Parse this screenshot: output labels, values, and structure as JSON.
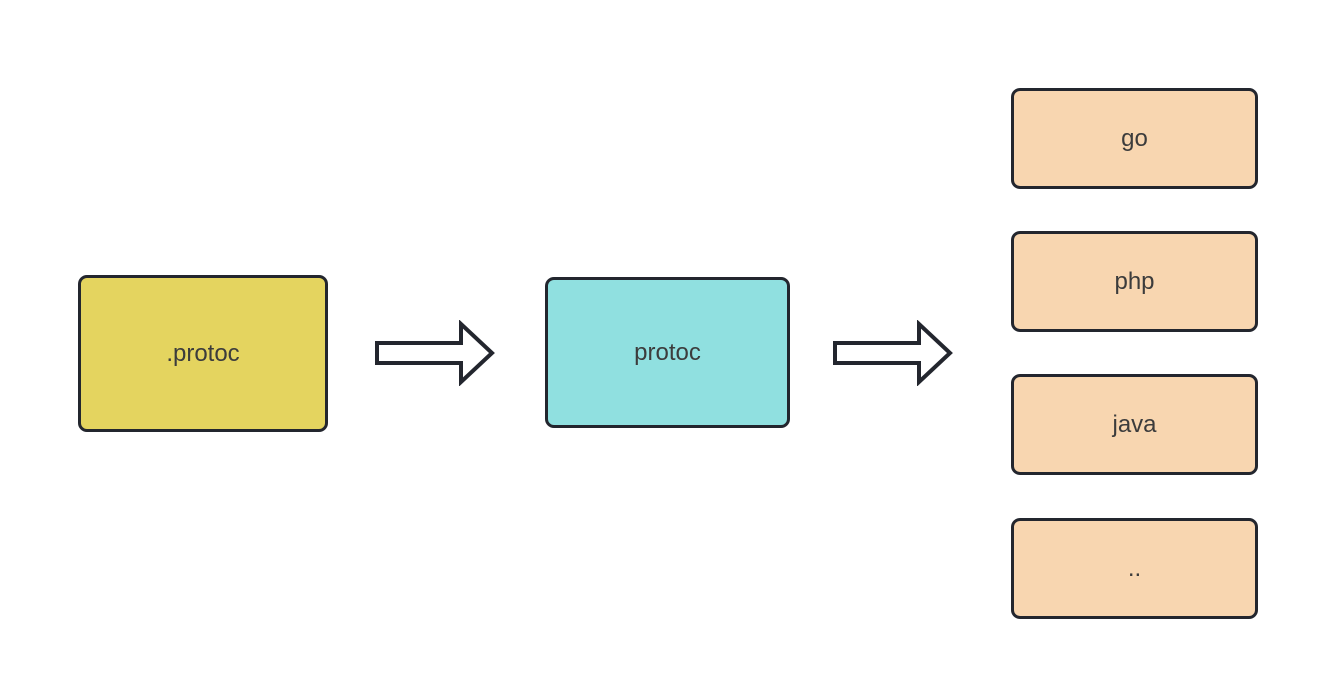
{
  "diagram": {
    "source": {
      "label": ".protoc"
    },
    "compiler": {
      "label": "protoc"
    },
    "outputs": [
      {
        "label": "go"
      },
      {
        "label": "php"
      },
      {
        "label": "java"
      },
      {
        "label": ".."
      }
    ],
    "colors": {
      "node-stroke": "#23262e",
      "node-text": "#3c3c3c",
      "source-fill": "#e4d45f",
      "compiler-fill": "#90e0e0",
      "output-fill": "#f8d6b0",
      "arrow-fill": "#ffffff"
    }
  }
}
